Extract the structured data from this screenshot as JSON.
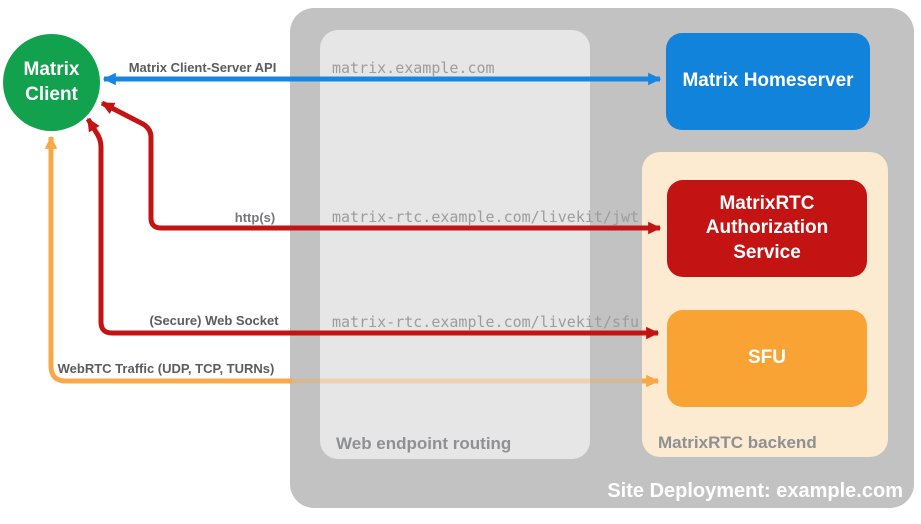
{
  "title": {
    "site_label": "Site Deployment: example.com"
  },
  "nodes": {
    "client": "Matrix Client",
    "homeserver": "Matrix Homeserver",
    "auth_service": "MatrixRTC Authorization Service",
    "sfu": "SFU"
  },
  "containers": {
    "web_routing": "Web endpoint routing",
    "backend": "MatrixRTC backend"
  },
  "endpoints": {
    "homeserver": "matrix.example.com",
    "jwt": "matrix-rtc.example.com/livekit/jwt",
    "sfu": "matrix-rtc.example.com/livekit/sfu"
  },
  "arrows": {
    "api": "Matrix Client-Server API",
    "http": "http(s)",
    "websocket": "(Secure) Web Socket",
    "webrtc": "WebRTC Traffic (UDP, TCP, TURNs)"
  },
  "colors": {
    "blue": "#1685E3",
    "red": "#C41313",
    "orange": "#F9A847",
    "green": "#12A24E",
    "peach": "#FCEAD1",
    "outer_gray": "#C2C2C2",
    "inner_gray": "#E6E6E6"
  }
}
